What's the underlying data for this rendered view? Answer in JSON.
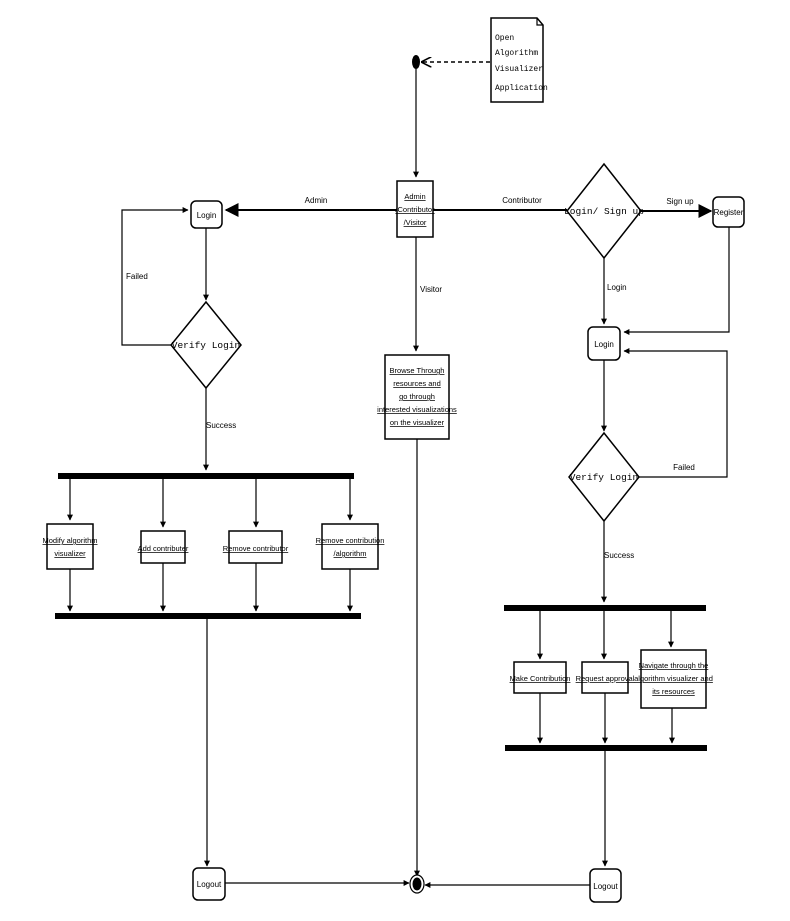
{
  "diagram": {
    "type": "UML activity diagram",
    "note": [
      "Open",
      "Algorithm",
      "Visualizer",
      "Application"
    ],
    "role_node": [
      "Admin",
      "/Contributor",
      "/Visitor"
    ],
    "edges": {
      "admin": "Admin",
      "contributor": "Contributor",
      "visitor": "Visitor",
      "sign_up": "Sign up",
      "login": "Login",
      "failed_left": "Failed",
      "success_left": "Success",
      "failed_right": "Failed",
      "success_right": "Success"
    },
    "admin_flow": {
      "login": "Login",
      "verify": "Verify Login",
      "actions": [
        [
          "Modify algorithm",
          "visualizer"
        ],
        [
          "Add contributer"
        ],
        [
          "Remove contributor"
        ],
        [
          "Remove contribution",
          "/algorithm"
        ]
      ],
      "logout": "Logout"
    },
    "visitor_flow": {
      "action": [
        "Browse Through",
        "resources and",
        "go through",
        "interested visualizations",
        "on the visualizer"
      ]
    },
    "contributor_flow": {
      "decision": "Login/ Sign up",
      "register": "Register",
      "login": "Login",
      "verify": "Verify Login",
      "actions": [
        [
          "Make Contribution"
        ],
        [
          "Request approval"
        ],
        [
          "Navigate through the",
          "algorithm visualizer and",
          "its resources"
        ]
      ],
      "logout": "Logout"
    }
  }
}
